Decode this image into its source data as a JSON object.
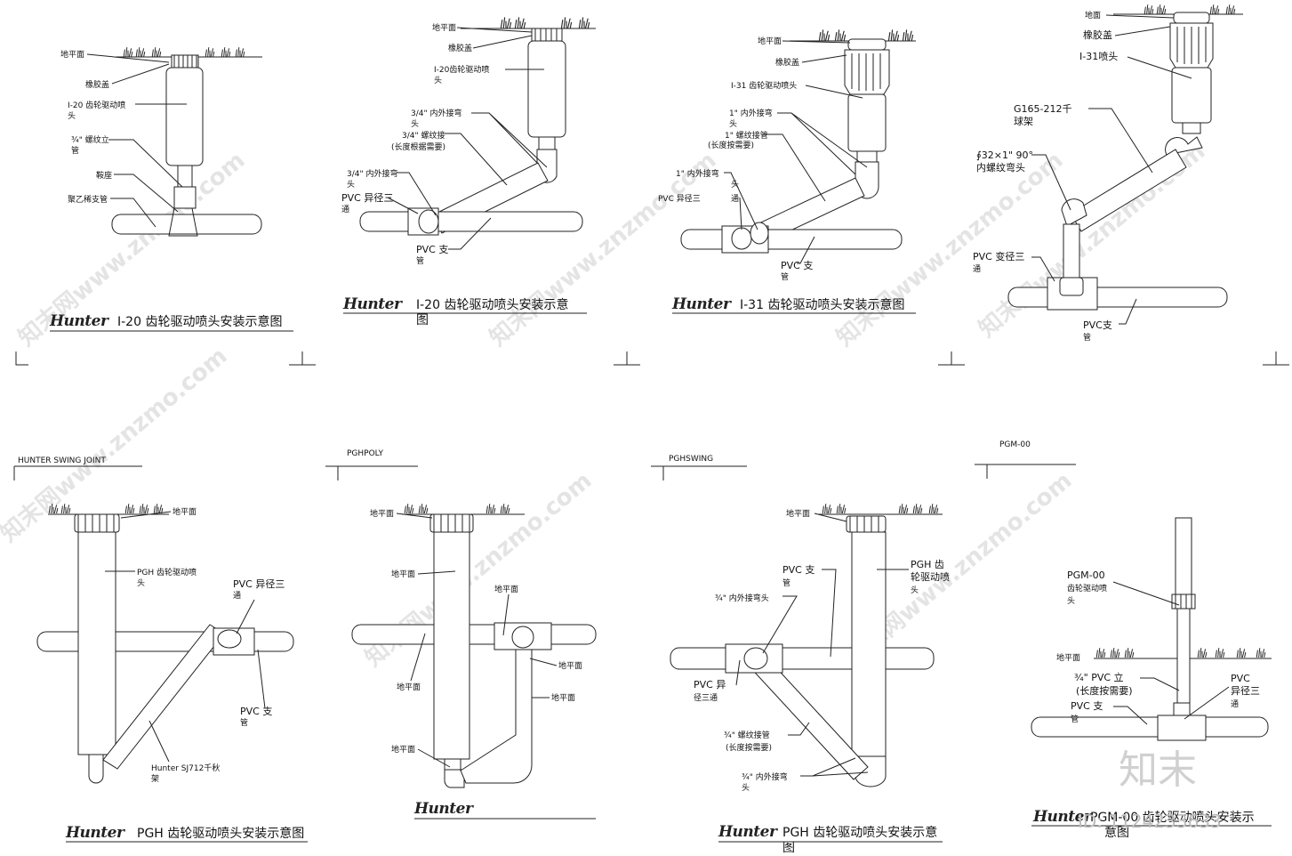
{
  "panels": [
    {
      "id": "i20-a",
      "title": "I-20  齿轮驱动喷头安装示意图",
      "labels": [
        "地平面",
        "橡胶盖",
        "I-20  齿轮驱动喷",
        "头",
        "¾\" 螺纹立",
        "管",
        "鞍座",
        "聚乙稀支管"
      ]
    },
    {
      "id": "i20-b",
      "title_line1": "I-20  齿轮驱动喷头安装示意",
      "title_line2": "图",
      "labels": [
        "地平面",
        "橡胶盖",
        "I-20齿轮驱动喷",
        "头",
        "3/4\" 内外接弯",
        "头",
        "3/4\" 螺纹接",
        "(长度根据需要)",
        "3/4\" 内外接弯",
        "头",
        "PVC  异径三",
        "通",
        "PVC  支",
        "管"
      ]
    },
    {
      "id": "i31",
      "title": "I-31  齿轮驱动喷头安装示意图",
      "labels": [
        "地平面",
        "橡胶盖",
        "I-31  齿轮驱动喷头",
        "1\" 内外接弯",
        "头",
        "1\" 螺纹接管",
        "(长度按需要)",
        "1\" 内外接弯",
        "头",
        "PVC  异径三",
        "通",
        "PVC  支",
        "管"
      ]
    },
    {
      "id": "i31-g165",
      "labels": [
        "地面",
        "橡胶盖",
        "I-31喷头",
        "G165-212千",
        "球架",
        "∮32×1\" 90°",
        "内螺纹弯头",
        "PVC  变径三",
        "通",
        "PVC支",
        "管"
      ]
    },
    {
      "id": "swing-joint",
      "header": "HUNTER  SWING  JOINT",
      "title": "PGH  齿轮驱动喷头安装示意图",
      "labels": [
        "地平面",
        "PGH  齿轮驱动喷",
        "头",
        "PVC  异径三",
        "通",
        "PVC  支",
        "管",
        "Hunter  SJ712千秋",
        "架"
      ]
    },
    {
      "id": "pghpoly",
      "header": "PGHPOLY",
      "labels": [
        "地平面",
        "地平面",
        "地平面",
        "地平面",
        "地平面",
        "地平面",
        "地平面"
      ]
    },
    {
      "id": "pghswing",
      "header": "PGHSWING",
      "title_line1": "PGH  齿轮驱动喷头安装示意",
      "title_line2": "图",
      "labels": [
        "地平面",
        "PVC  支",
        "管",
        "PGH  齿",
        "轮驱动喷",
        "头",
        "¾\" 内外接弯头",
        "PVC  异",
        "径三通",
        "¾\" 螺纹接管",
        "(长度按需要)",
        "¾\" 内外接弯",
        "头"
      ]
    },
    {
      "id": "pgm00",
      "header": "PGM-00",
      "title_line1": "PGM-00  齿轮驱动喷头安装示",
      "title_line2": "意图",
      "labels": [
        "PGM-00",
        "齿轮驱动喷",
        "头",
        "地平面",
        "¾\" PVC  立",
        "(长度按需要)",
        "PVC",
        "异径三",
        "通",
        "PVC  支",
        "管"
      ]
    }
  ],
  "brand_logo": "Hunter",
  "watermark": "知末网www.znzmo.com",
  "brand_mark": "知末",
  "image_id": "ID: 1124233633"
}
